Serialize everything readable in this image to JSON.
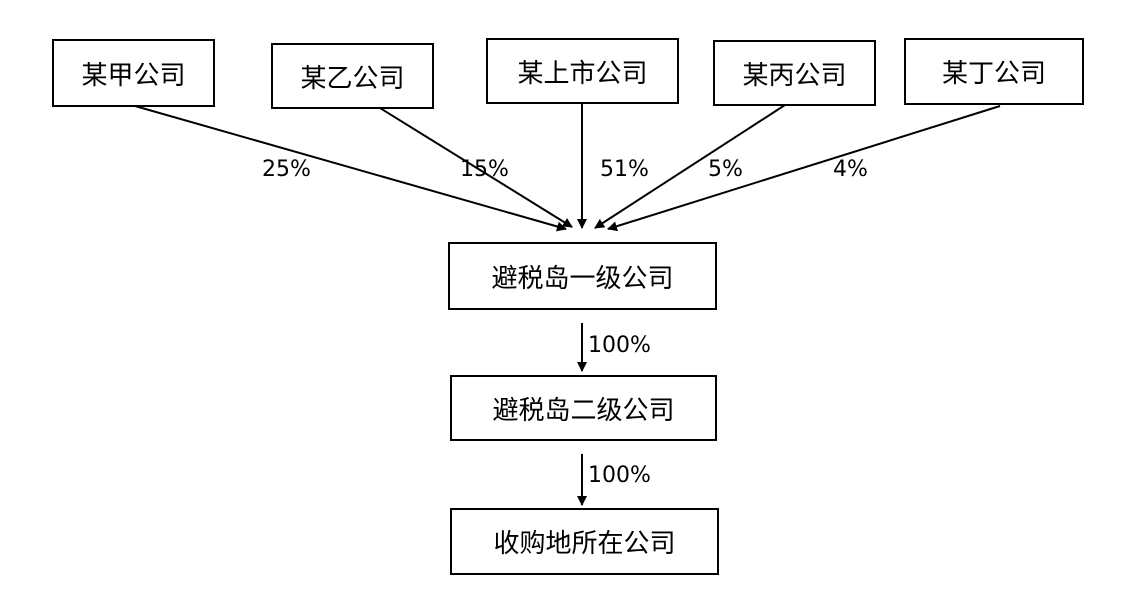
{
  "nodes": {
    "jia": "某甲公司",
    "yi": "某乙公司",
    "listed": "某上市公司",
    "bing": "某丙公司",
    "ding": "某丁公司",
    "tier1": "避税岛一级公司",
    "tier2": "避税岛二级公司",
    "target": "收购地所在公司"
  },
  "edges": {
    "jia_to_tier1": "25%",
    "yi_to_tier1": "15%",
    "listed_to_tier1": "51%",
    "bing_to_tier1": "5%",
    "ding_to_tier1": "4%",
    "tier1_to_tier2": "100%",
    "tier2_to_target": "100%"
  },
  "colors": {
    "line": "#000000",
    "box_border": "#000000",
    "background": "#ffffff"
  }
}
